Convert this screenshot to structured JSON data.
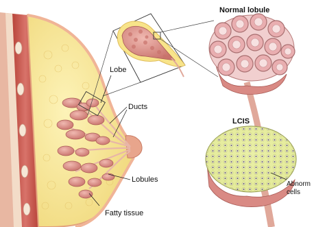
{
  "labels": {
    "normal_lobule": "Normal lobule",
    "lcis": "LCIS",
    "lobe": "Lobe",
    "ducts": "Ducts",
    "lobules": "Lobules",
    "fatty_tissue": "Fatty tissue",
    "abnormal_line1": "Abnorm",
    "abnormal_line2": "cells"
  },
  "colors": {
    "fat": "#f3e08a",
    "fat_light": "#fbf0b4",
    "tissue_pink": "#e8a9a0",
    "lobule_pink": "#d4837d",
    "muscle": "#c9574c",
    "skin": "#f1c2a6",
    "abnormal_cell_fill": "#e9f0a8",
    "abnormal_nucleus": "#4a3a78"
  }
}
